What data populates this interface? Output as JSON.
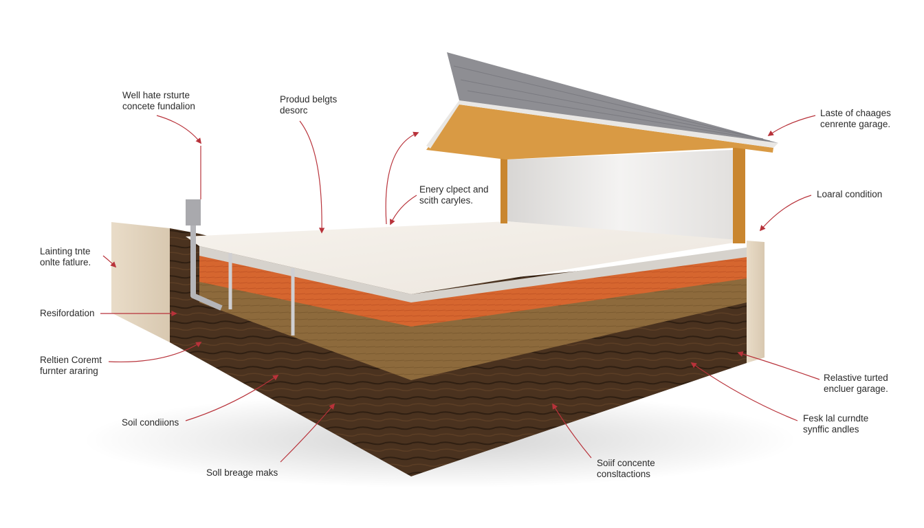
{
  "diagram": {
    "colors": {
      "roof": "#8e8e93",
      "fascia": "#c9862f",
      "slab": "#f2ede6",
      "orange_layer": "#d6662f",
      "tan_layer": "#8d6a3c",
      "soil": "#4a321f",
      "wall": "#e8e6e4",
      "leader": "#b8323a"
    },
    "labels": [
      {
        "id": "well-base",
        "lines": [
          "Well hate rsturte",
          "concete fundalion"
        ]
      },
      {
        "id": "product-belts",
        "lines": [
          "Produd belgts",
          "desorc"
        ]
      },
      {
        "id": "energy-object",
        "lines": [
          "Enery clpect and",
          "scith caryles."
        ]
      },
      {
        "id": "laste-changes",
        "lines": [
          "Laste of chaages",
          "cenrente garage."
        ]
      },
      {
        "id": "local-condition",
        "lines": [
          "Loaral condition"
        ]
      },
      {
        "id": "lanting-feature",
        "lines": [
          "Lainting tnte",
          "onlte fatlure."
        ]
      },
      {
        "id": "resifordation",
        "lines": [
          "Resifordation"
        ]
      },
      {
        "id": "relation-coremt",
        "lines": [
          "Reltien Coremt",
          "furnter araring"
        ]
      },
      {
        "id": "relastive-turted",
        "lines": [
          "Relastive turted",
          "encluer garage."
        ]
      },
      {
        "id": "soil-conditions",
        "lines": [
          "Soil condiions"
        ]
      },
      {
        "id": "fesk-condte",
        "lines": [
          "Fesk lal curndte",
          "synffic andles"
        ]
      },
      {
        "id": "soil-breage",
        "lines": [
          "Soll breage maks"
        ]
      },
      {
        "id": "soif-concente",
        "lines": [
          "Soiif concente",
          "consltactions"
        ]
      }
    ]
  }
}
